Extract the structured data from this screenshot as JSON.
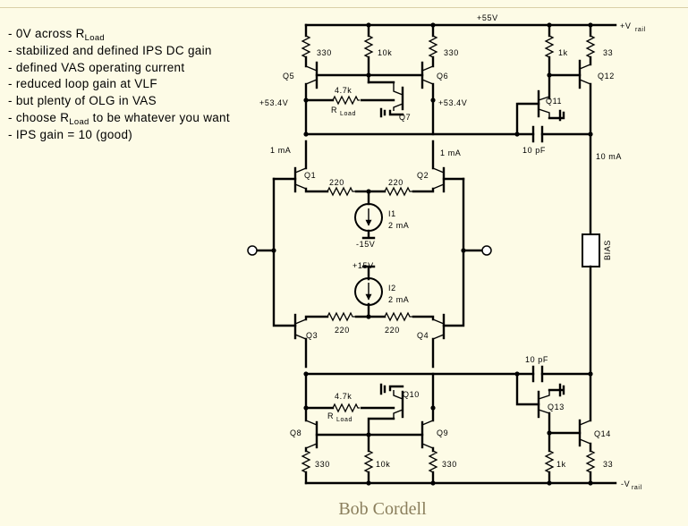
{
  "notes": [
    {
      "pre": "- 0V across R",
      "sub": "Load",
      "post": ""
    },
    {
      "pre": "- stabilized and defined IPS DC gain",
      "sub": "",
      "post": ""
    },
    {
      "pre": "- defined VAS operating current",
      "sub": "",
      "post": ""
    },
    {
      "pre": "- reduced loop gain at VLF",
      "sub": "",
      "post": ""
    },
    {
      "pre": "- but plenty of OLG in VAS",
      "sub": "",
      "post": ""
    },
    {
      "pre": "- choose R",
      "sub": "Load",
      "post": " to be whatever you want"
    },
    {
      "pre": "- IPS gain = 10  (good)",
      "sub": "",
      "post": ""
    }
  ],
  "schematic": {
    "rails": {
      "pos_55": "+55V",
      "vrail_pos": "+V",
      "vrail_neg": "-V",
      "rail_sub": "rail"
    },
    "res_330": "330",
    "res_10k": "10k",
    "res_1k": "1k",
    "res_33": "33",
    "res_47k": "4.7k",
    "res_220": "220",
    "rload_r": "R",
    "rload_sub": "Load",
    "v_534": "+53.4V",
    "i_1ma": "1 mA",
    "i_10ma": "10 mA",
    "cap_10pf": "10 pF",
    "bias": "BIAS",
    "i1": "I1",
    "i2": "I2",
    "i_2ma": "2 mA",
    "v_neg15": "-15V",
    "v_pos15": "+15V",
    "q": {
      "q1": "Q1",
      "q2": "Q2",
      "q3": "Q3",
      "q4": "Q4",
      "q5": "Q5",
      "q6": "Q6",
      "q7": "Q7",
      "q8": "Q8",
      "q9": "Q9",
      "q10": "Q10",
      "q11": "Q11",
      "q12": "Q12",
      "q13": "Q13",
      "q14": "Q14"
    }
  },
  "author": "Bob Cordell"
}
